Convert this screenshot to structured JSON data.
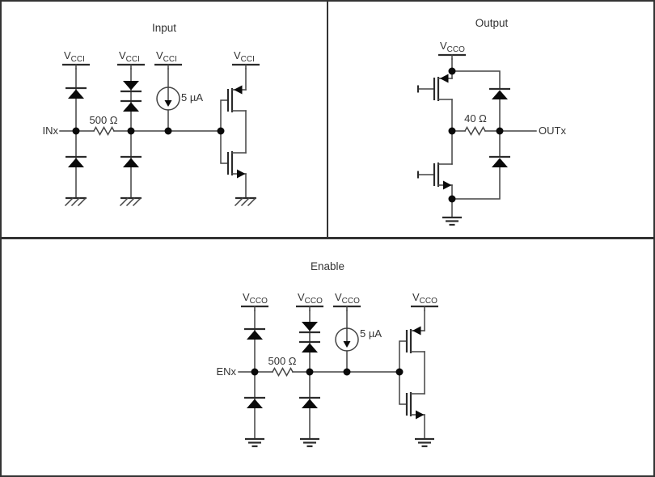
{
  "figure": {
    "panels": {
      "input": {
        "title": "Input",
        "supply_prefix": "V",
        "supply_sub": "CCI",
        "pin": "INx",
        "resistor": "500 Ω",
        "current": "5 µA"
      },
      "output": {
        "title": "Output",
        "supply_prefix": "V",
        "supply_sub": "CCO",
        "pin": "OUTx",
        "resistor": "40 Ω"
      },
      "enable": {
        "title": "Enable",
        "supply_prefix": "V",
        "supply_sub": "CCO",
        "pin": "ENx",
        "resistor": "500 Ω",
        "current": "5 µA"
      }
    },
    "colors": {
      "ink": "#0a0a0a",
      "wire": "#444444",
      "text": "#333333",
      "border": "#333333",
      "background": "#ffffff"
    }
  }
}
